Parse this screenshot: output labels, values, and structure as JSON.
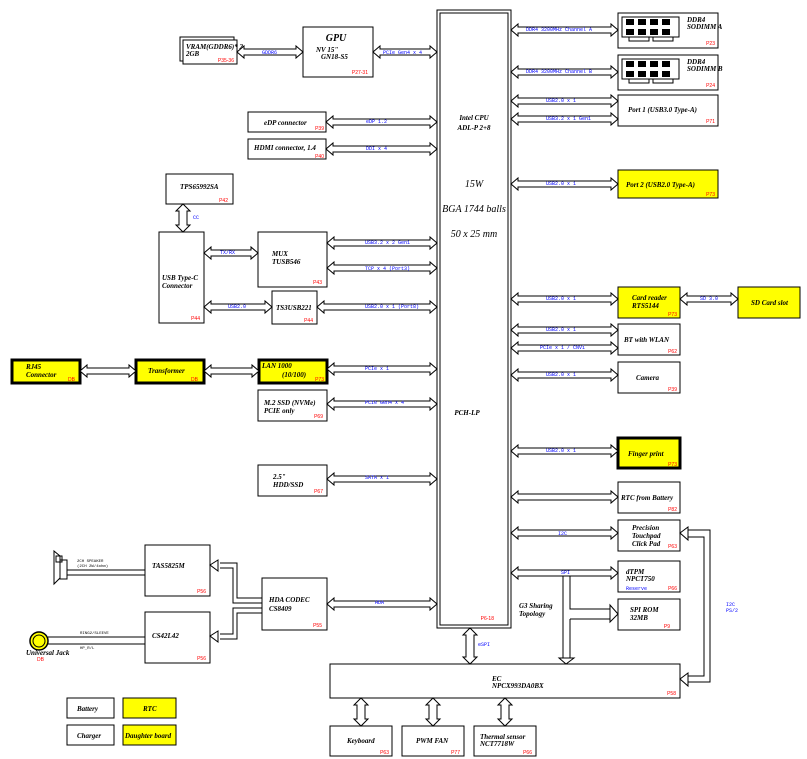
{
  "cpu": {
    "title_line1": "Intel  CPU",
    "title_line2": "ADL-P 2+8",
    "power": "15W",
    "package": "BGA 1744 balls",
    "size": "50 x 25 mm",
    "pch": "PCH-LP",
    "page": "P6-18"
  },
  "gpu": {
    "title": "GPU",
    "model_line1": "NV 15\"",
    "model_line2": "GN18-S5",
    "page": "P27-31",
    "bus": "PCIe Gen4 x 4"
  },
  "vram": {
    "line1": "VRAM(GDDR6)* 2",
    "line2": "2GB",
    "page": "P35-36",
    "bus": "GDDR6"
  },
  "edp": {
    "label": "eDP connector",
    "page": "P39",
    "bus": "eDP 1.2"
  },
  "hdmi": {
    "label": "HDMI connector, 1.4",
    "page": "P40",
    "bus": "DDI x 4"
  },
  "pd": {
    "label": "TPS65992SA",
    "page": "P42",
    "bus": "CC"
  },
  "typec": {
    "line1": "USB Type-C",
    "line2": "Connector",
    "page": "P44"
  },
  "mux": {
    "line1": "MUX",
    "line2": "TUSB546",
    "page": "P43",
    "bus_in": "TX/RX",
    "bus_usb": "USB3.2 x 2 Gen1",
    "bus_tcp": "TCP x 4 (Port3)"
  },
  "ts3": {
    "label": "TS3USB221",
    "page": "P44",
    "bus_in": "USB2.0",
    "bus_out": "USB2.0 x 1 (Port8)"
  },
  "rj45": {
    "line1": "RJ45",
    "line2": "Connector",
    "page": "DB"
  },
  "transformer": {
    "label": "Transformer",
    "page": "DB"
  },
  "lan": {
    "line1": "LAN 1000",
    "line2": "(10/100)",
    "page": "P73",
    "bus": "PCIe x 1"
  },
  "ssd": {
    "line1": "M.2 SSD (NVMe)",
    "line2": "PCIE only",
    "page": "P69",
    "bus": "PCIe Gen4 x 4"
  },
  "hdd": {
    "line1": "2.5\"",
    "line2": "HDD/SSD",
    "page": "P67",
    "bus": "SATA x 1"
  },
  "ddr_a": {
    "line1": "DDR4",
    "line2": "SODIMM A",
    "page": "P23",
    "bus": "DDR4 3200MHz Channel A"
  },
  "ddr_b": {
    "line1": "DDR4",
    "line2": "SODIMM B",
    "page": "P24",
    "bus": "DDR4 3200MHz Channel B"
  },
  "port1": {
    "label": "Port 1 (USB3.0 Type-A)",
    "page": "P71",
    "bus1": "USB2.0 x 1",
    "bus2": "USB3.2 x 1 Gen1"
  },
  "port2": {
    "label": "Port 2 (USB2.0 Type-A)",
    "page": "P73",
    "bus": "USB2.0 x 1"
  },
  "cardreader": {
    "line1": "Card reader",
    "line2": "RTS5144",
    "page": "P73",
    "bus": "USB2.0 x 1",
    "bus_sd": "SD 3.0"
  },
  "sdslot": {
    "label": "SD Card slot"
  },
  "bt": {
    "label": "BT with WLAN",
    "page": "P62",
    "bus1": "USB2.0 x 1",
    "bus2": "PCIe x 1 / CNVi"
  },
  "camera": {
    "label": "Camera",
    "page": "P39",
    "bus": "USB2.0 x 1"
  },
  "finger": {
    "label": "Finger print",
    "page": "P73",
    "bus": "USB2.0 x 1"
  },
  "rtc": {
    "label": "RTC from Battery",
    "page": "P82"
  },
  "touchpad": {
    "line1": "Precision",
    "line2": "Touchpad",
    "line3": "Click Pad",
    "page": "P63",
    "bus": "I2C"
  },
  "tpm": {
    "line1": "dTPM",
    "line2": "NPCT750",
    "note": "Reserve",
    "page": "P66",
    "bus": "SPI"
  },
  "spirom": {
    "line1": "SPI ROM",
    "line2": "32MB",
    "page": "P9"
  },
  "g3": {
    "line1": "G3 Sharing",
    "line2": "Topology"
  },
  "ec": {
    "line1": "EC",
    "line2": "NPCX993DA0BX",
    "page": "P58",
    "bus_espi": "eSPI",
    "bus_side1": "I2C",
    "bus_side2": "PS/2"
  },
  "keyboard": {
    "label": "Keyboard",
    "page": "P63"
  },
  "fan": {
    "label": "PWM FAN",
    "page": "P77"
  },
  "thermal": {
    "line1": "Thermal sensor",
    "line2": "NCT7718W",
    "page": "P66"
  },
  "amp": {
    "label": "TAS5825M",
    "page": "P56"
  },
  "codec": {
    "line1": "HDA CODEC",
    "line2": "CS8409",
    "page": "P55",
    "bus": "HDA"
  },
  "hp": {
    "label": "CS42L42",
    "page": "P56"
  },
  "speaker": {
    "line1": "2CH  SPEAKER",
    "line2": "(2CH  2W/4ohm)"
  },
  "jack": {
    "label": "Universal Jack",
    "page": "DB",
    "sig1": "RING2/SLEEVE",
    "sig2": "HP_R/L"
  },
  "legend": {
    "battery": "Battery",
    "rtc": "RTC",
    "charger": "Charger",
    "daughter": "Daughter board"
  }
}
